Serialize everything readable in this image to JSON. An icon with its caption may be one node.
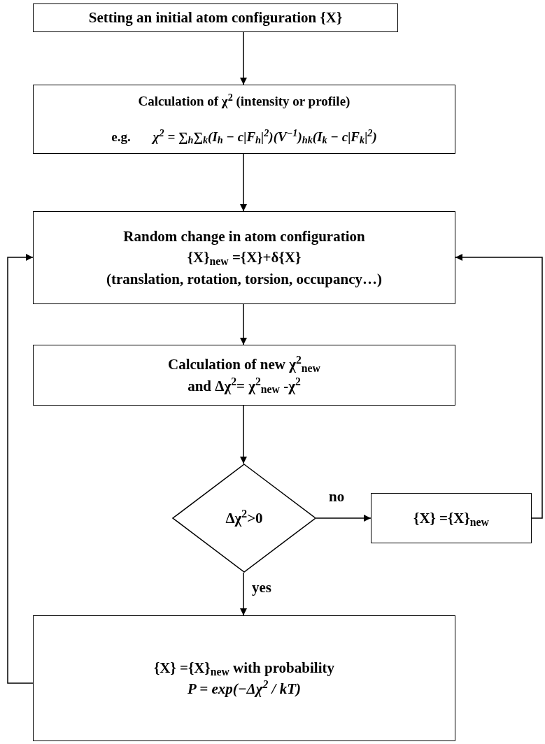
{
  "diagram": {
    "nodes": [
      {
        "text": [
          "Setting an initial atom configuration {X}"
        ]
      },
      {
        "text": [
          "Calculation of χ$^{2}$ (intensity or profile)",
          "e.g.",
          "χ$^{2}$ = ∑$_{h}$∑$_{k}$(I$_{h}$ − c|F$_{h}$|$^{2}$)(V$^{−1}$)$_{hk}$(I$_{k}$ − c|F$_{k}$|$^{2}$)"
        ]
      },
      {
        "text": [
          "Random change in atom configuration",
          "{X}$_{new}$ ={X}+δ{X}",
          "(translation, rotation, torsion, occupancy…)"
        ]
      },
      {
        "text": [
          "Calculation of new χ$^{2}$$_{new}$",
          "and Δχ$^{2}$= χ$^{2}$$_{new}$ -χ$^{2}$"
        ]
      },
      {
        "text": [
          "Δχ$^{2}$>0"
        ]
      },
      {
        "text": [
          "{X} ={X}$_{new}$"
        ]
      },
      {
        "text": [
          "{X} ={X}$_{new}$ with probability",
          "P = exp(−Δχ$^{2}$ / kT)"
        ]
      }
    ],
    "edges": [
      {
        "from": 0,
        "to": 1,
        "arrow": "to"
      },
      {
        "from": 1,
        "to": 2,
        "arrow": "to"
      },
      {
        "from": 2,
        "to": 3,
        "arrow": "to"
      },
      {
        "from": 3,
        "to": 4,
        "arrow": "to"
      },
      {
        "from": 4,
        "to": 5,
        "arrow": "to",
        "label": "no"
      },
      {
        "from": 4,
        "to": 6,
        "arrow": "to",
        "label": "yes"
      },
      {
        "from": 5,
        "to": 2,
        "arrow": "to"
      },
      {
        "from": 6,
        "to": 2,
        "arrow": "to"
      }
    ]
  }
}
